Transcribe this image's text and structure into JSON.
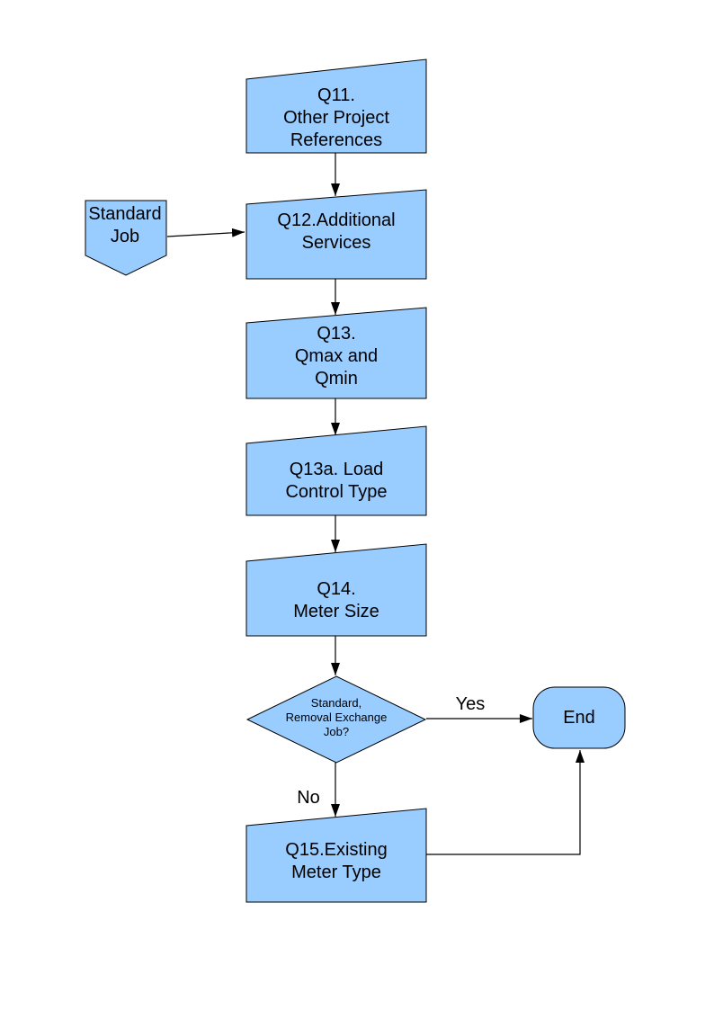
{
  "theme": {
    "node_fill": "#99CCFF",
    "node_border": "#000000",
    "text_color": "#000000",
    "background": "#FFFFFF"
  },
  "flowchart": {
    "nodes": {
      "q11": {
        "label": "Q11.\nOther Project\nReferences"
      },
      "standard_job": {
        "label": "Standard\nJob"
      },
      "q12": {
        "label": "Q12.Additional\nServices"
      },
      "q13": {
        "label": "Q13.\nQmax and\nQmin"
      },
      "q13a": {
        "label": "Q13a. Load\nControl Type"
      },
      "q14": {
        "label": "Q14.\nMeter Size"
      },
      "decision": {
        "label": "Standard,\nRemoval Exchange\nJob?"
      },
      "end": {
        "label": "End"
      },
      "q15": {
        "label": "Q15.Existing\nMeter Type"
      }
    },
    "edge_labels": {
      "yes": "Yes",
      "no": "No"
    }
  }
}
